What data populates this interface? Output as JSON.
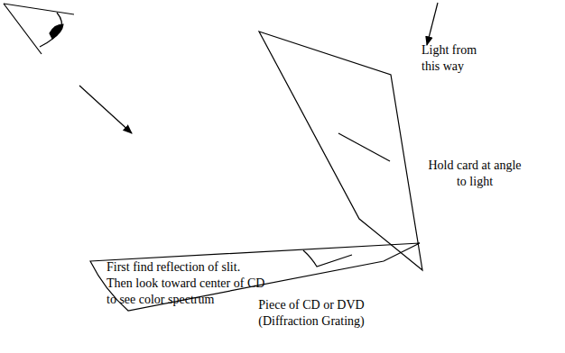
{
  "diagram": {
    "labels": [
      "Light from this way",
      "First find reflection of slit. Then look toward center of CD to see color spectrum",
      "Hold card at angle to light",
      "Piece of CD or DVD (Diffraction Grating)"
    ]
  }
}
